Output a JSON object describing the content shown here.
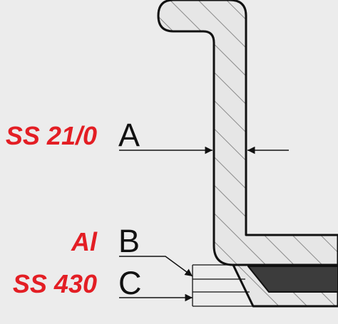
{
  "labels": {
    "a": {
      "material": "SS 21/0",
      "letter": "A"
    },
    "b": {
      "material": "Al",
      "letter": "B"
    },
    "c": {
      "material": "SS 430",
      "letter": "C"
    }
  },
  "colors": {
    "background": "#ececec",
    "material_text": "#e31e24",
    "outline": "#111111",
    "wall_fill": "#e6e6e6",
    "insert_fill": "#3c3c3c",
    "hatch": "#8a8a8a"
  }
}
